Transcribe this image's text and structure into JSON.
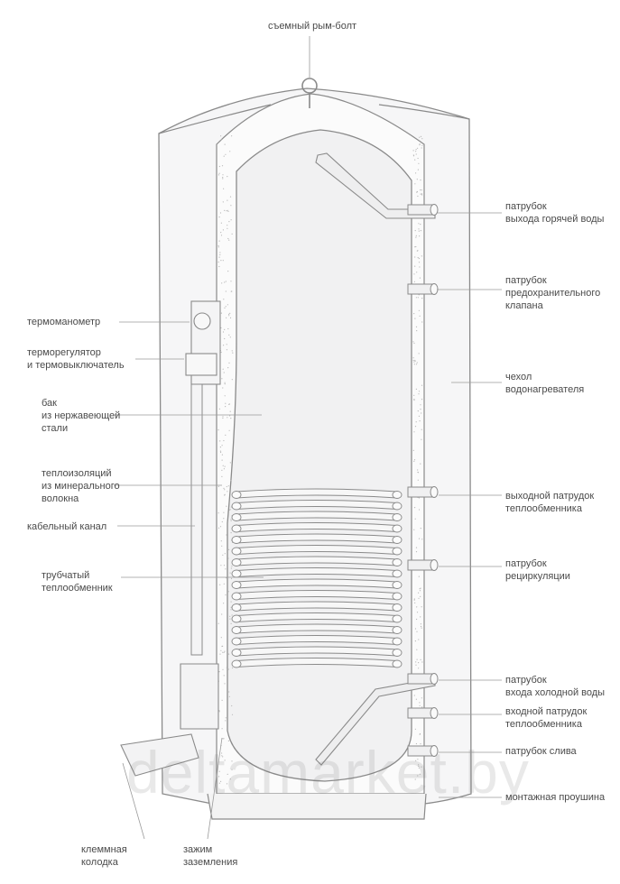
{
  "labels": {
    "eyebolt": "съемный рым-болт",
    "hot_outlet": "патрубок\nвыхода горячей воды",
    "safety_valve": "патрубок\nпредохранительного\nклапана",
    "jacket": "чехол\nводонагревателя",
    "hx_outlet": "выходной патрудок\nтеплообменника",
    "recirculation": "патрубок\nрециркуляции",
    "cold_inlet": "патрубок\nвхода холодной воды",
    "hx_inlet": "входной патрудок\nтеплообменника",
    "drain": "патрубок слива",
    "mounting_eye": "монтажная проушина",
    "thermomanometer": "термоманометр",
    "thermostat": "терморегулятор\nи термовыключатель",
    "tank": "бак\nиз нержавеющей\nстали",
    "insulation": "теплоизоляций\nиз минерального\nволокна",
    "cable_channel": "кабельный канал",
    "heat_exchanger": "трубчатый\nтеплообменник",
    "terminal_block": "клеммная\nколодка",
    "ground_clamp": "зажим\nзаземления"
  },
  "watermark": "deltamarket.by",
  "colors": {
    "line": "#8a8a8a",
    "fill": "#f3f3f4",
    "insulation": "#fbfbfb",
    "label": "#4a4a4a"
  }
}
